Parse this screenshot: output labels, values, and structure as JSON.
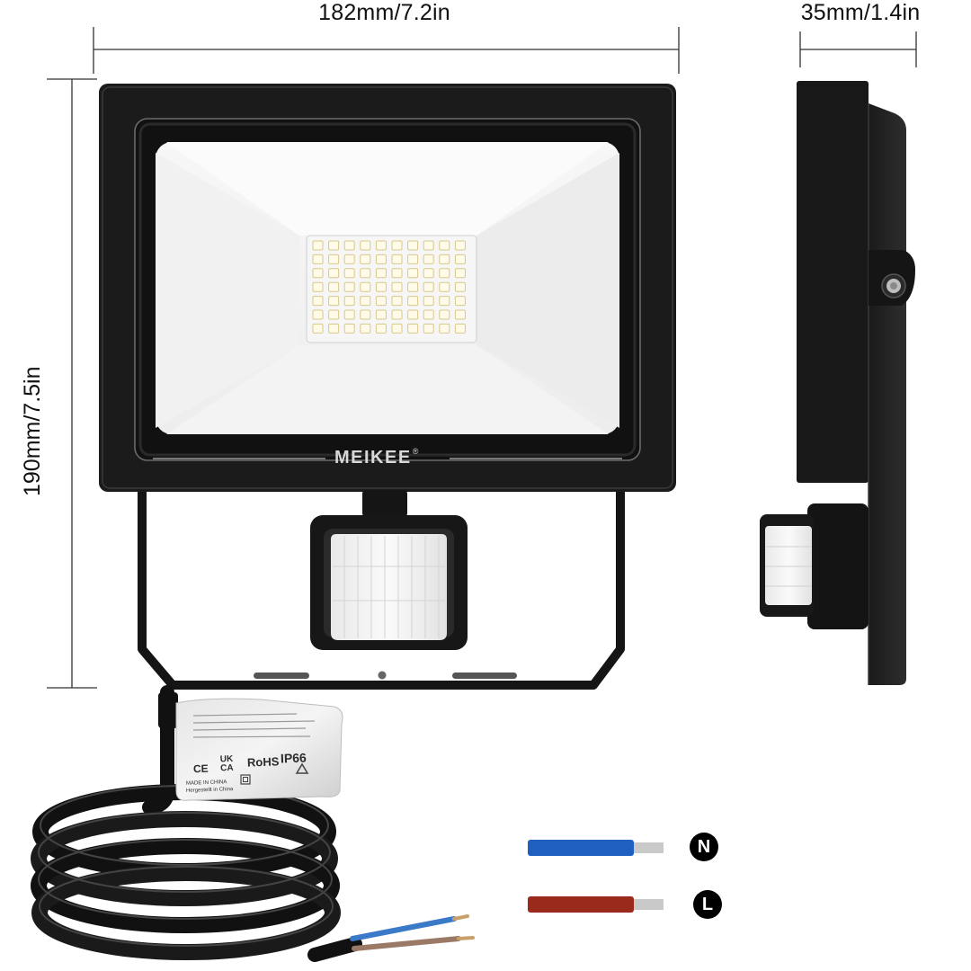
{
  "dimensions": {
    "width_label": "182mm/7.2in",
    "depth_label": "35mm/1.4in",
    "height_label": "190mm/7.5in"
  },
  "product": {
    "brand": "MEIKEE",
    "brand_mark": "®",
    "led_grid": {
      "rows": 7,
      "cols": 10
    }
  },
  "cable_tag": {
    "ip_rating": "IP66",
    "rohs": "RoHS",
    "ce": "CE",
    "ukca": "UK CA",
    "made_in": "MADE IN CHINA",
    "made_in_alt": "Hergestellt in China"
  },
  "wiring": {
    "neutral_label": "N",
    "neutral_color": "#1f5fbf",
    "live_label": "L",
    "live_color": "#9a2a1c"
  },
  "icons": [
    "pir-sensor-icon",
    "mounting-bolt-icon",
    "recycle-icon",
    "ground-symbol-icon"
  ]
}
